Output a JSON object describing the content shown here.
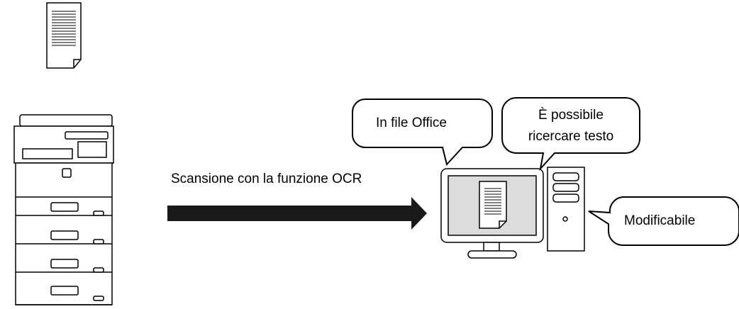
{
  "diagram": {
    "arrow_label": "Scansione con la funzione OCR",
    "bubbles": [
      {
        "id": "office",
        "text": "In file Office"
      },
      {
        "id": "search_line1",
        "text": "È possibile"
      },
      {
        "id": "search_line2",
        "text": "ricercare testo"
      },
      {
        "id": "edit",
        "text": "Modificabile"
      }
    ]
  },
  "colors": {
    "arrow": "#1a1a1a",
    "screen": "#dcdcdc",
    "outline": "#000000"
  },
  "icons": [
    "document-icon",
    "multifunction-printer-icon",
    "arrow-right-icon",
    "monitor-icon",
    "computer-tower-icon"
  ]
}
